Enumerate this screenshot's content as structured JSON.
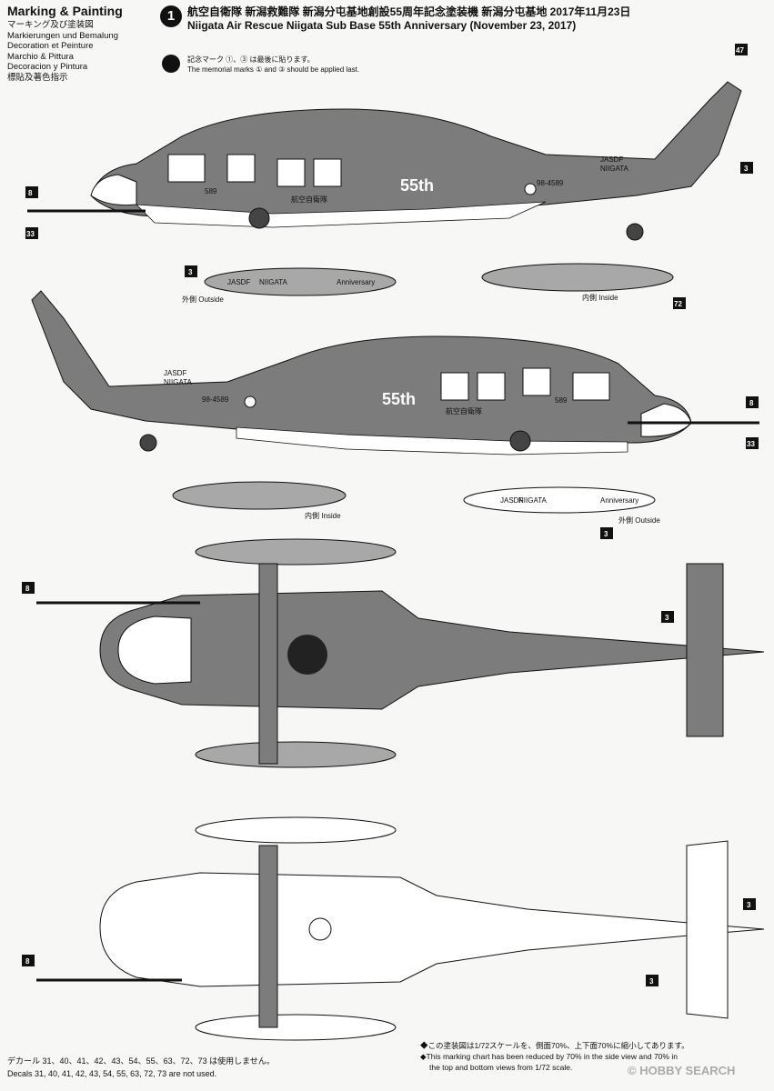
{
  "header": {
    "title": "Marking & Painting",
    "lang_lines": [
      "マーキング及び塗装図",
      "Markierungen und Bemalung",
      "Decoration et Peinture",
      "Marchio & Pittura",
      "Decoracion y Pintura",
      "標貼及著色指示"
    ],
    "scheme_number": "1",
    "scheme_title_jp": "航空自衛隊 新潟救難隊 新潟分屯基地創設55周年記念塗装機 新潟分屯基地 2017年11月23日",
    "scheme_title_en": "Niigata Air Rescue Niigata Sub Base 55th Anniversary (November 23, 2017)",
    "note_jp": "記念マーク ①、③ は最後に貼ります。",
    "note_en": "The memorial marks ① and ③ should be applied last."
  },
  "labels": {
    "outside_1": "外側 Outside",
    "inside_1": "内側 Inside",
    "inside_2": "内側 Inside",
    "outside_2": "外側 Outside",
    "jasdf": "JASDF",
    "niigata": "NIIGATA",
    "anniversary": "Anniversary",
    "serial": "98-4589",
    "code": "589",
    "kanji_mark": "航空自衛隊",
    "fifty_five": "55th"
  },
  "footer": {
    "decals_jp": "デカール 31、40、41、42、43、54、55、63、72、73 は使用しません。",
    "decals_en": "Decals 31, 40, 41, 42, 43, 54, 55, 63, 72, 73 are not used.",
    "scale_jp": "◆この塗装図は1/72スケールを、側面70%、上下面70%に縮小してあります。",
    "scale_en1": "◆This marking chart has been reduced by 70% in the side view and 70% in",
    "scale_en2": "the top and bottom views from 1/72 scale.",
    "watermark": "© HOBBY SEARCH"
  },
  "colors": {
    "dark_gray": "#7c7c7c",
    "mid_gray": "#a8a8a8",
    "light": "#ffffff",
    "ink": "#111111"
  }
}
